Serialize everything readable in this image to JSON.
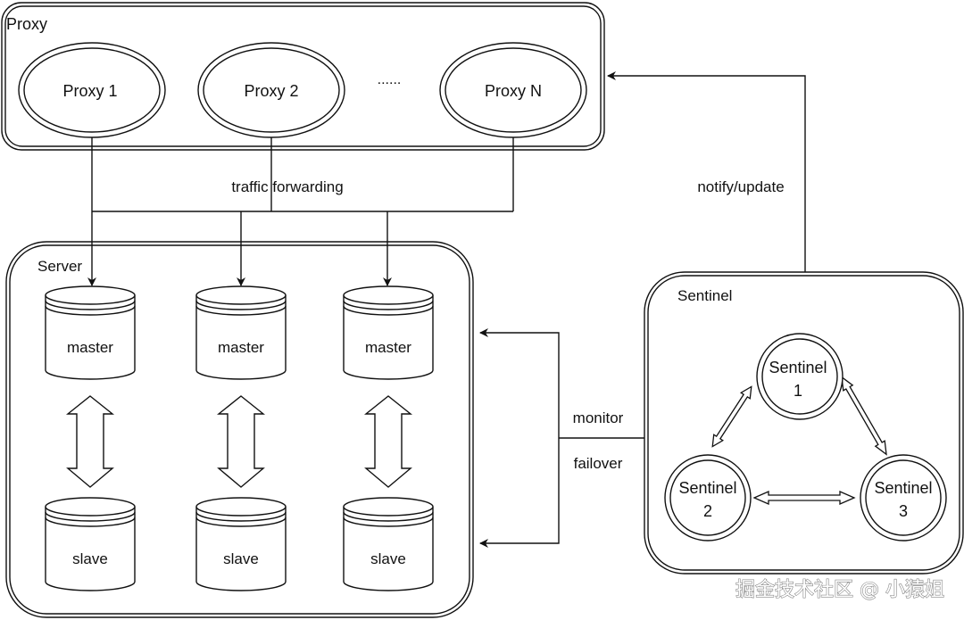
{
  "colors": {
    "stroke": "#111111",
    "background": "#ffffff",
    "watermark": "#888888"
  },
  "proxy_group": {
    "title": "Proxy",
    "nodes": [
      {
        "label": "Proxy 1"
      },
      {
        "label": "Proxy 2"
      },
      {
        "label": "Proxy N"
      }
    ],
    "ellipsis": "......"
  },
  "server_group": {
    "title": "Server",
    "shards": [
      {
        "master": "master",
        "slave": "slave"
      },
      {
        "master": "master",
        "slave": "slave"
      },
      {
        "master": "master",
        "slave": "slave"
      }
    ]
  },
  "sentinel_group": {
    "title": "Sentinel",
    "nodes": [
      {
        "line1": "Sentinel",
        "line2": "1"
      },
      {
        "line1": "Sentinel",
        "line2": "2"
      },
      {
        "line1": "Sentinel",
        "line2": "3"
      }
    ]
  },
  "edges": {
    "traffic_forwarding": "traffic forwarding",
    "notify_update": "notify/update",
    "monitor": "monitor",
    "failover": "failover"
  },
  "watermark": "掘金技术社区 @ 小猿姐"
}
